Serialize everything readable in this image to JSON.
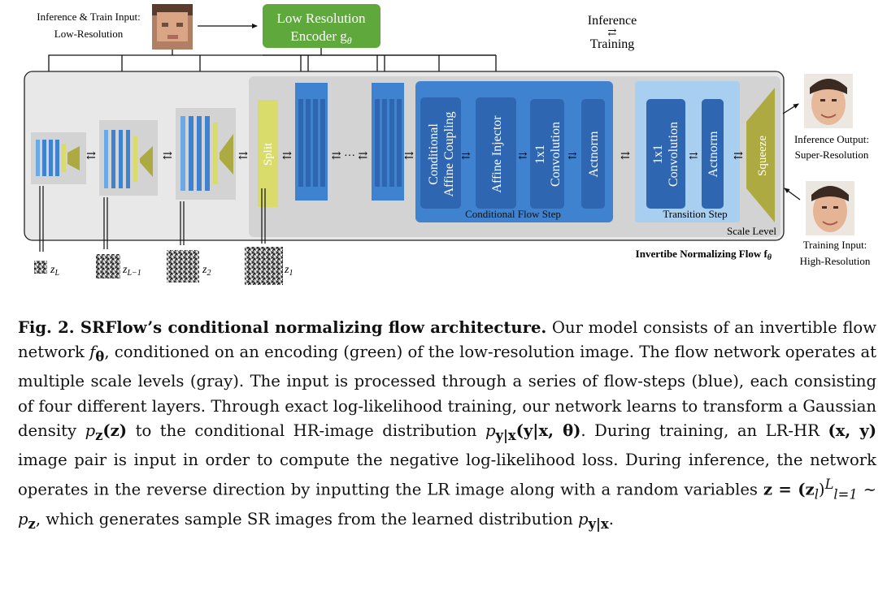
{
  "figure": {
    "input_top_label": [
      "Inference & Train Input:",
      "Low-Resolution"
    ],
    "encoder_label": [
      "Low Resolution",
      "Encoder g"
    ],
    "encoder_subscript": "θ",
    "mode_top": "Inference",
    "mode_arrows": "⇄",
    "mode_bottom": "Training",
    "split_label": "Split",
    "ellipsis": "⇄ ··· ⇄",
    "cond_layers": [
      "Conditional",
      "Affine Coupling",
      "Affine Injector",
      "1x1",
      "Convolution",
      "Actnorm"
    ],
    "cond_step_label": "Conditional Flow Step",
    "trans_layers": [
      "1x1",
      "Convolution",
      "Actnorm"
    ],
    "trans_step_label": "Transition Step",
    "squeeze_label": "Squeeze",
    "scale_level_label": "Scale Level",
    "flow_label": "Invertibe Normalizing Flow f",
    "flow_subscript": "θ",
    "inference_output": [
      "Inference Output:",
      "Super-Resolution"
    ],
    "training_input": [
      "Training Input:",
      "High-Resolution"
    ],
    "latents": [
      {
        "base": "z",
        "sub": "L"
      },
      {
        "base": "z",
        "sub": "L−1"
      },
      {
        "base": "z",
        "sub": "2"
      },
      {
        "base": "z",
        "sub": "1"
      }
    ],
    "colors": {
      "encoder_green": "#5ea83c",
      "dark_blue": "#2f66b2",
      "medium_blue": "#3f82d0",
      "light_blue": "#6aa8e6",
      "transition_bg": "#a9cff0",
      "scale_gray": "#d3d3d3",
      "split_yellow": "#d9dc6a",
      "squeeze_olive": "#aeaa42"
    }
  },
  "caption": {
    "lead": "Fig. 2. SRFlow’s conditional normalizing flow architecture.",
    "t1": " Our model consists of an invertible flow network ",
    "f_theta": "f",
    "f_theta_sub": "θ",
    "t2": ", conditioned on an encoding (green) of the low-resolution image. The flow network operates at multiple scale levels (gray). The input is processed through a series of flow-steps (blue), each consisting of four different layers. Through exact log-likelihood training, our network learns to transform a Gaussian density ",
    "pz": "p",
    "pz_sub": "z",
    "pz_arg": "(z)",
    "t3": " to the conditional HR-image distribution ",
    "pyx": "p",
    "pyx_sub": "y|x",
    "pyx_arg": "(y|x, θ)",
    "t4": ". During training, an LR-HR ",
    "xy": "(x, y)",
    "t5": " image pair is input in order to compute the negative log-likelihood loss. During inference, the network operates in the reverse direction by inputting the LR image along with a random variables ",
    "zdef": "z = (z",
    "zdef_l": "l",
    "zdef_close": ")",
    "zdef_sup": "L",
    "zdef_sub": "l=1",
    "zdef_tail": " ∼ p",
    "zdef_tail_sub": "z",
    "t6": ", which generates sample SR images from the learned distribution ",
    "pyx2": "p",
    "pyx2_sub": "y|x",
    "t7": "."
  }
}
